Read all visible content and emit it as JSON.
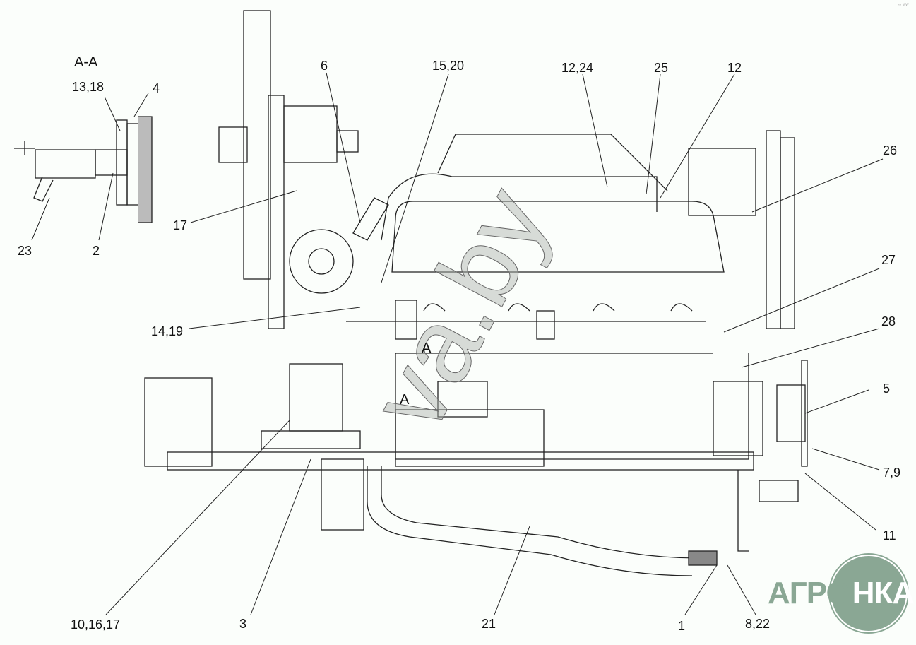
{
  "title": "Engine installation diagram",
  "section_label": "A-A",
  "view_marks": [
    "A",
    "A"
  ],
  "callouts": {
    "c1": "13,18",
    "c2": "4",
    "c3": "23",
    "c4": "2",
    "c5": "6",
    "c6": "15,20",
    "c7": "12,24",
    "c8": "25",
    "c9": "12",
    "c10": "26",
    "c11": "17",
    "c12": "27",
    "c13": "14,19",
    "c14": "28",
    "c15": "5",
    "c16": "7,9",
    "c17": "11",
    "c18": "10,16,17",
    "c19": "3",
    "c20": "21",
    "c21": "1",
    "c22": "8,22"
  },
  "watermark": "va.by",
  "corner_mark": "∞ ww",
  "logo": {
    "left": "АГРО",
    "right": "НКА",
    "color": "#8aa794"
  }
}
